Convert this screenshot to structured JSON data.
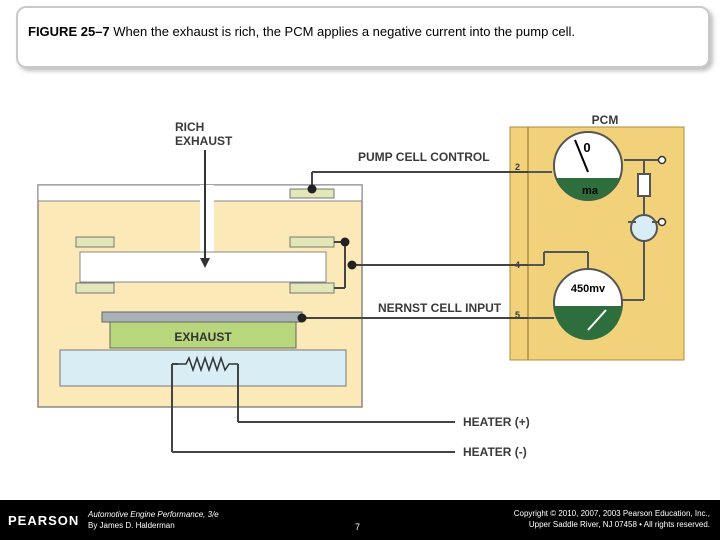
{
  "caption": {
    "figure": "FIGURE 25–7",
    "text": "When the exhaust is rich, the PCM applies a negative current into the pump cell."
  },
  "diagram": {
    "rich_exhaust_line1": "RICH",
    "rich_exhaust_line2": "EXHAUST",
    "pump_cell_control": "PUMP CELL CONTROL",
    "nernst_cell_input": "NERNST CELL INPUT",
    "exhaust": "EXHAUST",
    "heater_plus": "HEATER (+)",
    "heater_minus": "HEATER (-)",
    "pcm": "PCM",
    "pin_2": "2",
    "pin_4": "4",
    "pin_5": "5",
    "gauge_ma_zero": "0",
    "gauge_ma_unit": "ma",
    "gauge_mv": "450mv",
    "colors": {
      "pcm_fill": "#f1d27a",
      "sensor_fill": "#fbe9b7",
      "electrode": "#e3e6b6",
      "exhaust_fill": "#b8d77d",
      "heater_fill": "#d9eef4",
      "gauge_green": "#2e6e3c"
    }
  },
  "footer": {
    "logo": "PEARSON",
    "book_title": "Automotive Engine Performance, 3/e",
    "author": "By James D. Halderman",
    "page": "7",
    "copyright_line1": "Copyright © 2010, 2007, 2003 Pearson Education, Inc.,",
    "copyright_line2": "Upper Saddle River, NJ 07458 • All rights reserved."
  }
}
